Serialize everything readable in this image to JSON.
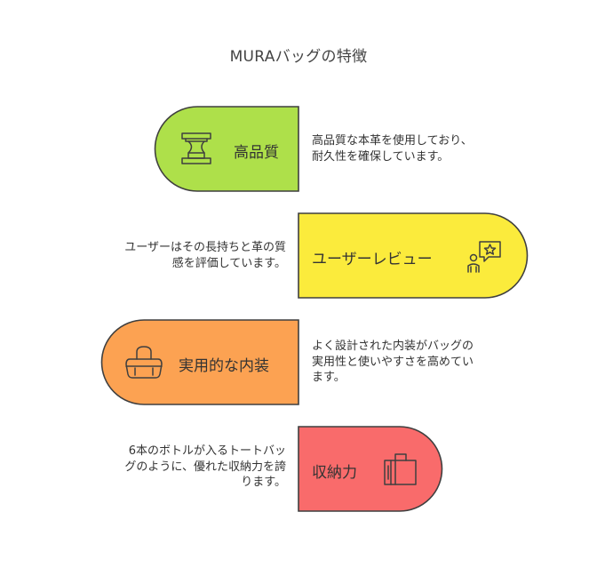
{
  "title": "MURAバッグの特徴",
  "colors": {
    "quality": "#aee04a",
    "review": "#fbeb3c",
    "interior": "#fca252",
    "storage": "#f96b6b",
    "stroke": "#3f3f3f"
  },
  "features": [
    {
      "label": "高品質",
      "icon": "podium-icon",
      "description_lines": [
        "高品質な本革を使用しており、",
        "耐久性を確保しています。"
      ]
    },
    {
      "label": "ユーザーレビュー",
      "icon": "review-icon",
      "description_lines": [
        "ユーザーはその長持ちと革の質",
        "感を評価しています。"
      ]
    },
    {
      "label": "実用的な内装",
      "icon": "handbag-icon",
      "description_lines": [
        "よく設計された内装がバッグの",
        "実用性と使いやすさを高めてい",
        "ます。"
      ]
    },
    {
      "label": "収納力",
      "icon": "suitcase-icon",
      "description_lines": [
        "6本のボトルが入るトートバッ",
        "グのように、優れた収納力を誇",
        "ります。"
      ]
    }
  ]
}
